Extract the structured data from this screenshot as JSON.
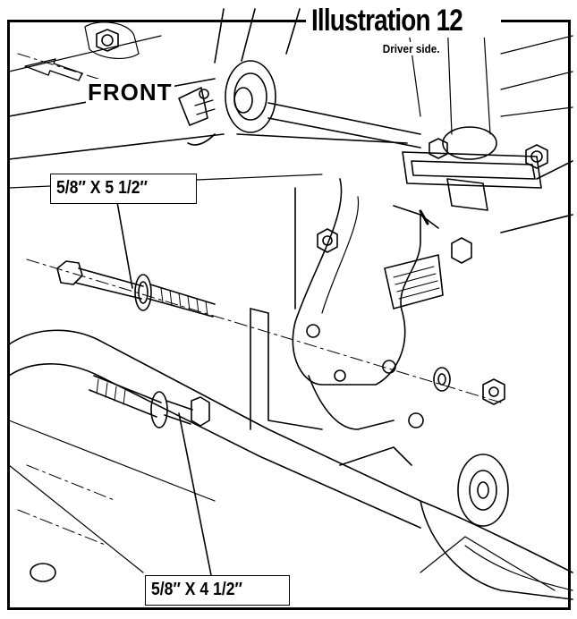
{
  "illustration": {
    "title": "Illustration 12",
    "subtitle": "Driver side.",
    "front_label": "FRONT"
  },
  "callouts": {
    "upper_bolt": "5/8″ X 5 1/2″",
    "lower_bolt": "5/8″ X 4 1/2″"
  }
}
